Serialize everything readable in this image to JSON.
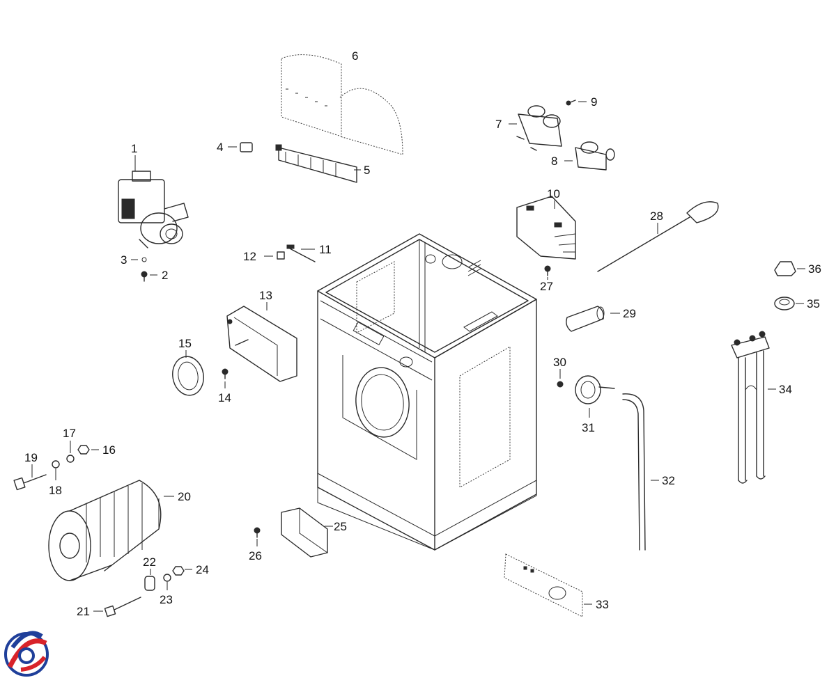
{
  "callouts": [
    {
      "id": "c1",
      "label": "1"
    },
    {
      "id": "c2",
      "label": "2"
    },
    {
      "id": "c3",
      "label": "3"
    },
    {
      "id": "c4",
      "label": "4"
    },
    {
      "id": "c5",
      "label": "5"
    },
    {
      "id": "c6",
      "label": "6"
    },
    {
      "id": "c7",
      "label": "7"
    },
    {
      "id": "c8",
      "label": "8"
    },
    {
      "id": "c9",
      "label": "9"
    },
    {
      "id": "c10",
      "label": "10"
    },
    {
      "id": "c11",
      "label": "11"
    },
    {
      "id": "c12",
      "label": "12"
    },
    {
      "id": "c13",
      "label": "13"
    },
    {
      "id": "c14",
      "label": "14"
    },
    {
      "id": "c15",
      "label": "15"
    },
    {
      "id": "c16",
      "label": "16"
    },
    {
      "id": "c17",
      "label": "17"
    },
    {
      "id": "c18",
      "label": "18"
    },
    {
      "id": "c19",
      "label": "19"
    },
    {
      "id": "c20",
      "label": "20"
    },
    {
      "id": "c21",
      "label": "21"
    },
    {
      "id": "c22",
      "label": "22"
    },
    {
      "id": "c23",
      "label": "23"
    },
    {
      "id": "c24",
      "label": "24"
    },
    {
      "id": "c25",
      "label": "25"
    },
    {
      "id": "c26",
      "label": "26"
    },
    {
      "id": "c27",
      "label": "27"
    },
    {
      "id": "c28",
      "label": "28"
    },
    {
      "id": "c29",
      "label": "29"
    },
    {
      "id": "c30",
      "label": "30"
    },
    {
      "id": "c31",
      "label": "31"
    },
    {
      "id": "c32",
      "label": "32"
    },
    {
      "id": "c33",
      "label": "33"
    },
    {
      "id": "c34",
      "label": "34"
    },
    {
      "id": "c35",
      "label": "35"
    },
    {
      "id": "c36",
      "label": "36"
    }
  ],
  "logo": {
    "icon": "brand-swirl-logo",
    "colors": [
      "#1f3f9a",
      "#d8232a"
    ]
  }
}
